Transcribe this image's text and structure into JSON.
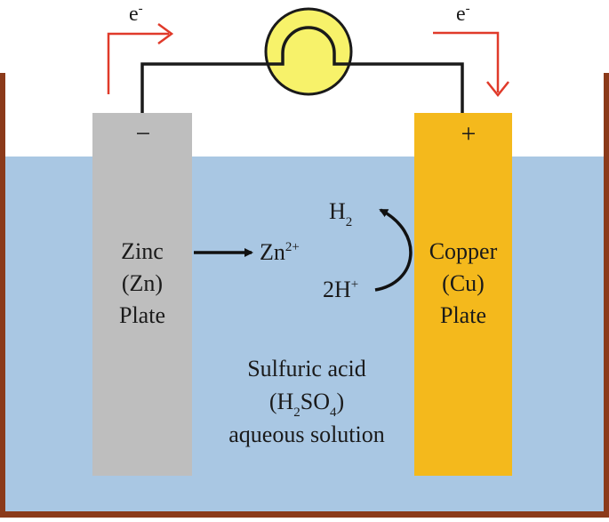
{
  "colors": {
    "solution": "#a9c7e3",
    "container": "#8b3a1a",
    "zinc_plate": "#bebebe",
    "copper_plate": "#f4b91c",
    "bulb": "#f7f26a",
    "wire": "#1a1a1a",
    "electron_arrow": "#e03a2a",
    "reaction_arrow": "#111111"
  },
  "icons": {
    "bulb": "light-bulb-icon",
    "electron_flow_left": "arrow-right-icon",
    "electron_flow_right": "arrow-down-icon"
  },
  "electron_left": {
    "base": "e",
    "sup": "-"
  },
  "electron_right": {
    "base": "e",
    "sup": "-"
  },
  "zinc": {
    "sign": "−",
    "line1": "Zinc",
    "line2": "(Zn)",
    "line3": "Plate"
  },
  "copper": {
    "sign": "+",
    "line1": "Copper",
    "line2": "(Cu)",
    "line3": "Plate"
  },
  "zinc_ion": {
    "base": "Zn",
    "sup": "2+"
  },
  "hydrogen_gas": {
    "base": "H",
    "sub": "2"
  },
  "hydrogen_ion": {
    "base": "2H",
    "sup": "+"
  },
  "solution": {
    "line1": "Sulfuric acid",
    "line2_open": "(H",
    "line2_sub1": "2",
    "line2_mid": "SO",
    "line2_sub2": "4",
    "line2_close": ")",
    "line3": "aqueous solution"
  }
}
